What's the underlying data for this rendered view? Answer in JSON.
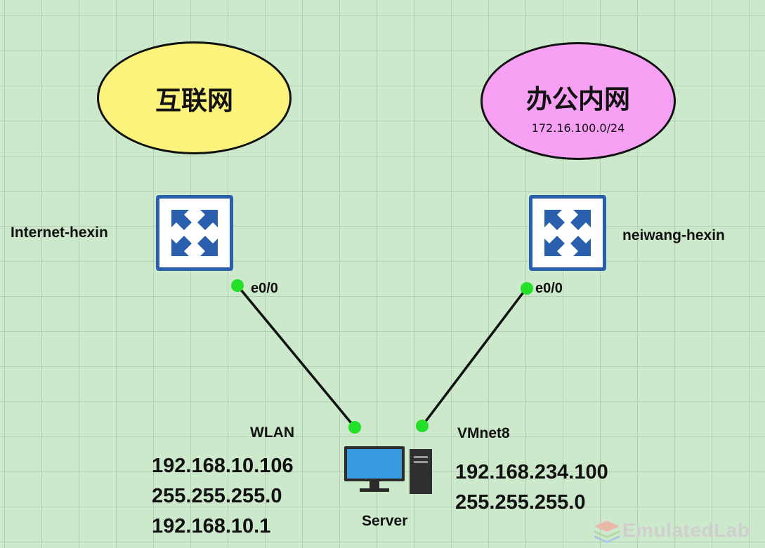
{
  "clouds": {
    "internet": {
      "title": "互联网"
    },
    "office": {
      "title": "办公内网",
      "subnet": "172.16.100.0/24"
    }
  },
  "routers": {
    "left": {
      "name": "Internet-hexin",
      "port": "e0/0",
      "icon": "router-icon"
    },
    "right": {
      "name": "neiwang-hexin",
      "port": "e0/0",
      "icon": "router-icon"
    }
  },
  "server": {
    "name": "Server",
    "icon": "server-pc-icon",
    "wlan": {
      "name": "WLAN",
      "ip": "192.168.10.106",
      "mask": "255.255.255.0",
      "gateway": "192.168.10.1"
    },
    "vmnet": {
      "name": "VMnet8",
      "ip": "192.168.234.100",
      "mask": "255.255.255.0"
    }
  },
  "watermark": {
    "text": "EmulatedLab",
    "icon": "layers-logo-icon"
  },
  "colors": {
    "background": "#cde9cc",
    "internet_cloud": "#fbf37b",
    "office_cloud": "#f6a0f4",
    "router_border": "#2a5fae",
    "link_dot": "#25e028",
    "monitor": "#3a9ae0"
  }
}
